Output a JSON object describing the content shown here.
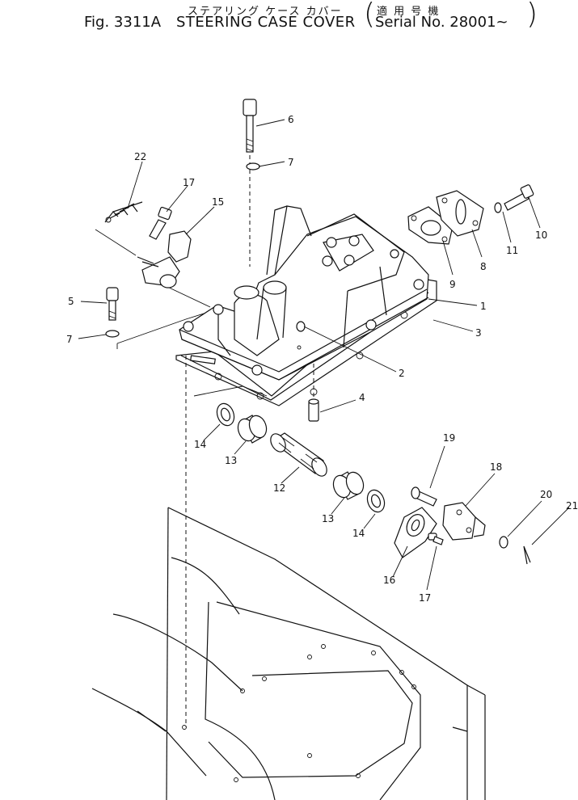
{
  "header": {
    "title_jp": "ステアリング ケース カバー",
    "fig_label": "Fig. 3311A",
    "title_en": "STEERING CASE COVER",
    "applicability_jp": "適 用 号 機",
    "serial": "Serial No. 28001~"
  },
  "callouts": [
    {
      "id": "c1",
      "label": "1"
    },
    {
      "id": "c2",
      "label": "2"
    },
    {
      "id": "c3",
      "label": "3"
    },
    {
      "id": "c4",
      "label": "4"
    },
    {
      "id": "c5",
      "label": "5"
    },
    {
      "id": "c6",
      "label": "6"
    },
    {
      "id": "c7a",
      "label": "7"
    },
    {
      "id": "c7b",
      "label": "7"
    },
    {
      "id": "c8",
      "label": "8"
    },
    {
      "id": "c9",
      "label": "9"
    },
    {
      "id": "c10",
      "label": "10"
    },
    {
      "id": "c11",
      "label": "11"
    },
    {
      "id": "c12",
      "label": "12"
    },
    {
      "id": "c13a",
      "label": "13"
    },
    {
      "id": "c13b",
      "label": "13"
    },
    {
      "id": "c14a",
      "label": "14"
    },
    {
      "id": "c14b",
      "label": "14"
    },
    {
      "id": "c15",
      "label": "15"
    },
    {
      "id": "c16",
      "label": "16"
    },
    {
      "id": "c17a",
      "label": "17"
    },
    {
      "id": "c17b",
      "label": "17"
    },
    {
      "id": "c18",
      "label": "18"
    },
    {
      "id": "c19",
      "label": "19"
    },
    {
      "id": "c20",
      "label": "20"
    },
    {
      "id": "c21",
      "label": "21"
    },
    {
      "id": "c22",
      "label": "22"
    }
  ]
}
